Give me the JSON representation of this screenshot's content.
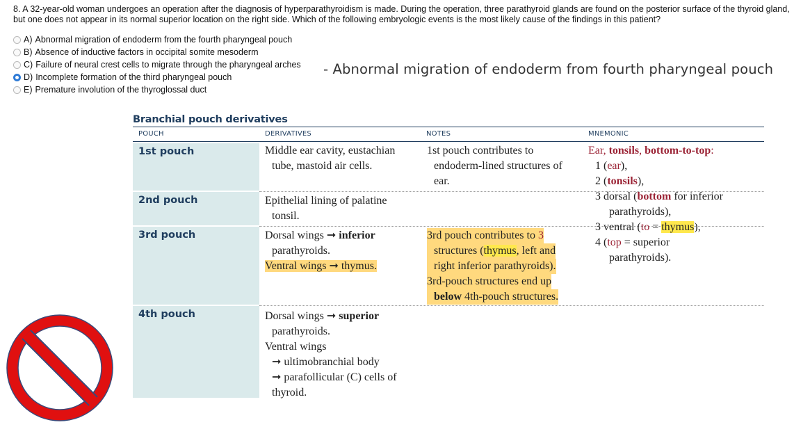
{
  "question": {
    "number": "8.",
    "text": "A 32-year-old woman undergoes an operation after the diagnosis of hyperparathyroidism is made. During the operation, three parathyroid glands are found on the posterior surface of the thyroid gland, but one does not appear in its normal superior location on the right side. Which of the following embryologic events is the most likely cause of the findings in this patient?",
    "options": [
      {
        "letter": "A)",
        "text": "Abnormal migration of endoderm from the fourth pharyngeal pouch",
        "selected": false
      },
      {
        "letter": "B)",
        "text": "Absence of inductive factors in occipital somite mesoderm",
        "selected": false
      },
      {
        "letter": "C)",
        "text": "Failure of neural crest cells to migrate through the pharyngeal arches",
        "selected": false
      },
      {
        "letter": "D)",
        "text": "Incomplete formation of the third pharyngeal pouch",
        "selected": true
      },
      {
        "letter": "E)",
        "text": "Premature involution of the thyroglossal duct",
        "selected": false
      }
    ]
  },
  "annotation": "- Abnormal migration of endoderm from fourth pharyngeal pouch",
  "table": {
    "title": "Branchial pouch derivatives",
    "headers": [
      "POUCH",
      "DERIVATIVES",
      "NOTES",
      "MNEMONIC"
    ],
    "rows": [
      {
        "pouch": "1st pouch",
        "derivatives": [
          "Middle ear cavity, eustachian",
          "tube, mastoid air cells."
        ],
        "notes": [
          "1st pouch contributes to",
          "endoderm-lined structures of",
          "ear."
        ]
      },
      {
        "pouch": "2nd pouch",
        "derivatives": [
          "Epithelial lining of palatine",
          "tonsil."
        ]
      },
      {
        "pouch": "3rd pouch",
        "derivatives": {
          "l1a": "Dorsal wings ",
          "arrow": "➞",
          "l1b": "inferior",
          "l2": "parathyroids.",
          "l3a": "Ventral wings ",
          "l3b": "thymus."
        },
        "notes": {
          "l1": "3rd pouch contributes to ",
          "l1n": "3",
          "l2a": "structures (",
          "l2b": "thymus",
          "l2c": ", left and",
          "l3": "right inferior parathyroids).",
          "l4": "3rd-pouch structures end up",
          "l5a": "below",
          "l5b": " 4th-pouch structures."
        }
      },
      {
        "pouch": "4th pouch",
        "derivatives": {
          "l1a": "Dorsal wings ",
          "l1b": "superior",
          "l2": "parathyroids.",
          "l3": "Ventral wings",
          "l4": "ultimobranchial body",
          "l5": "parafollicular (C) cells of",
          "l6": "thyroid."
        }
      }
    ],
    "mnemonic": {
      "ear": "Ear",
      "tonsils": "tonsils",
      "btt": "bottom-to-top",
      "colon": ":",
      "comma": ", ",
      "l2a": "1 (",
      "l2b": "ear",
      "l2c": "),",
      "l3a": "2 (",
      "l3b": "tonsils",
      "l3c": "),",
      "l4a": "3 dorsal (",
      "l4b": "bottom",
      "l4c": " for inferior",
      "l5": "parathyroids),",
      "l6a": "3 ventral (",
      "l6b": "to",
      "l6c": " = ",
      "l6d": "thymus",
      "l6e": "),",
      "l7a": "4 (",
      "l7b": "top",
      "l7c": " = superior",
      "l8": "parathyroids)."
    }
  },
  "icons": {
    "prohibition": "no-entry-sign-icon",
    "radio": "radio-button"
  },
  "colors": {
    "accent": "#2f7bd6",
    "navy": "#1f3d5e",
    "mnemonic_red": "#9b2335",
    "highlight_orange": "#ffd97e",
    "highlight_yellow": "#ffe84d",
    "sign_red": "#e01010"
  }
}
